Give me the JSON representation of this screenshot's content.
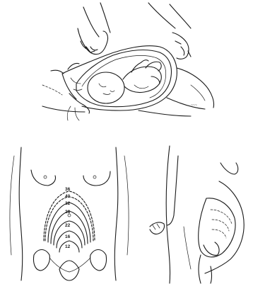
{
  "illustrations": {
    "top": {
      "name": "abdominal-palpation"
    },
    "front": {
      "name": "fundal-height-front-view"
    },
    "side": {
      "name": "fundal-height-side-view"
    }
  },
  "fundal_height_weeks": [
    {
      "label": "36",
      "week": 36
    },
    {
      "label": "40",
      "week": 40
    },
    {
      "label": "32",
      "week": 32
    },
    {
      "label": "28",
      "week": 28
    },
    {
      "label": "22",
      "week": 22
    },
    {
      "label": "16",
      "week": 16
    },
    {
      "label": "12",
      "week": 12
    }
  ]
}
